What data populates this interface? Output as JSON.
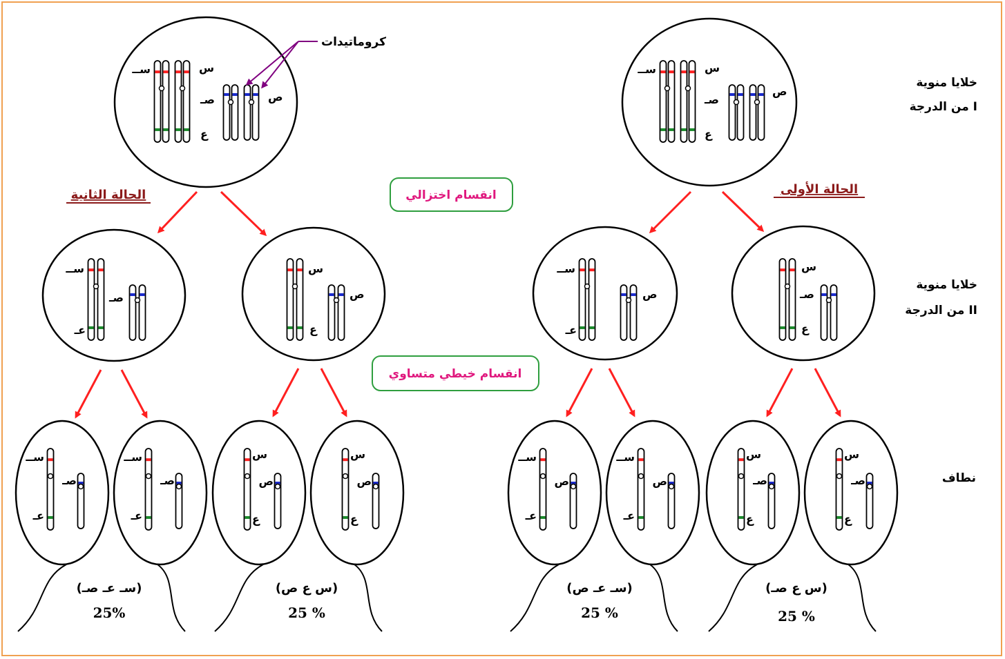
{
  "labels": {
    "chromatids": "كروماتيدات",
    "meiosis": "انقسام اختزالي",
    "mitosis": "انقسام خيطي متساوي",
    "case_first": "الحالة الأولى",
    "case_second": "الحالة الثانية",
    "row1_line1": "خلايا منوية",
    "row1_line2": "من الدرجة I",
    "row2_line1": "خلايا منوية",
    "row2_line2": "من الدرجة II",
    "row3": "نطاف"
  },
  "genes": {
    "s_big": "س",
    "s_small": "ســ",
    "sad_big": "ص",
    "sad_small": "صـ",
    "ain_big": "ع",
    "ain_small": "عـ"
  },
  "gametes": [
    {
      "genotype": "(سـ عـ صـ)",
      "percent": "25%"
    },
    {
      "genotype": "(س ع ص)",
      "percent": "25 %"
    },
    {
      "genotype": "(سـ عـ ص)",
      "percent": "25 %"
    },
    {
      "genotype": "(س ع صـ)",
      "percent": "25 %"
    }
  ],
  "colors": {
    "border": "#f0a050",
    "arrow": "#ff2020",
    "pointer": "#800080",
    "case_text": "#8b1a1a",
    "box_text": "#e0187e",
    "box_border": "#2e9e3e",
    "gene_s": "#ff2020",
    "gene_sad": "#1a2acd",
    "gene_ain": "#1a8a2a"
  }
}
